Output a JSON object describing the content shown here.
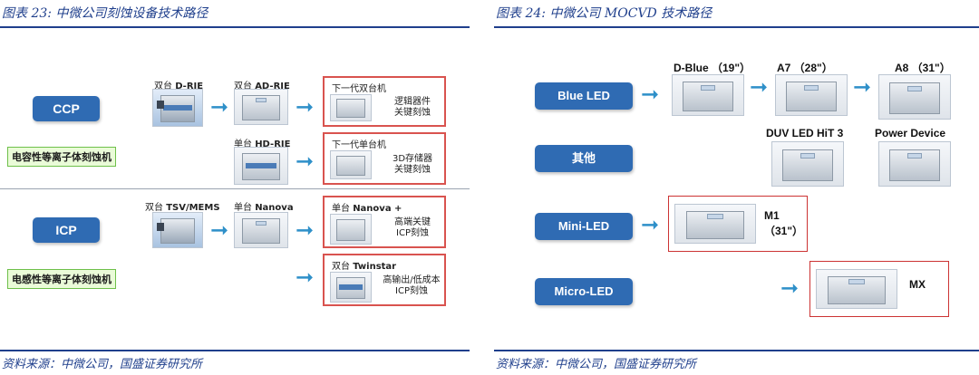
{
  "left": {
    "title": "图表 23:  中微公司刻蚀设备技术路径",
    "source": "资料来源：中微公司，国盛证券研究所",
    "ccp_label": "CCP",
    "ccp_desc": "电容性等离子体刻蚀机",
    "icp_label": "ICP",
    "icp_desc": "电感性等离子体刻蚀机",
    "d_rie": {
      "prefix": "双台 ",
      "name": "D-RIE"
    },
    "ad_rie": {
      "prefix": "双台 ",
      "name": "AD-RIE"
    },
    "next_dual": {
      "header": "下一代双台机",
      "desc1": "逻辑器件",
      "desc2": "关键刻蚀"
    },
    "hd_rie": {
      "prefix": "单台 ",
      "name": "HD-RIE"
    },
    "next_single": {
      "header": "下一代单台机",
      "desc1": "3D存储器",
      "desc2": "关键刻蚀"
    },
    "tsv": {
      "prefix": "双台 ",
      "name": "TSV/MEMS"
    },
    "nanova": {
      "prefix": "单台 ",
      "name": "Nanova"
    },
    "nanova_plus": {
      "prefix": "单台 ",
      "name": "Nanova +",
      "desc1": "高端关键",
      "desc2": "ICP刻蚀"
    },
    "twinstar": {
      "prefix": "双台 ",
      "name": "Twinstar",
      "desc1": "高输出/低成本",
      "desc2": "ICP刻蚀"
    }
  },
  "right": {
    "title": "图表 24:  中微公司 MOCVD 技术路径",
    "source": "资料来源：中微公司，国盛证券研究所",
    "pills": [
      "Blue LED",
      "其他",
      "Mini-LED",
      "Micro-LED"
    ],
    "dblue": "D-Blue （19\"）",
    "a7": "A7 （28\"）",
    "a8": "A8 （31\"）",
    "duv": "DUV LED HiT 3",
    "power": "Power Device",
    "m1_line1": "M1",
    "m1_line2": "（31\"）",
    "mx": "MX"
  },
  "colors": {
    "accent": "#1f3f8c",
    "pill": "#2f6bb3",
    "arrow": "#2f90c9",
    "red_border": "#d9534f",
    "green_border": "#6ec04a"
  },
  "icons": {
    "arrow": "right-arrow-icon",
    "machine": "equipment-photo-icon"
  }
}
